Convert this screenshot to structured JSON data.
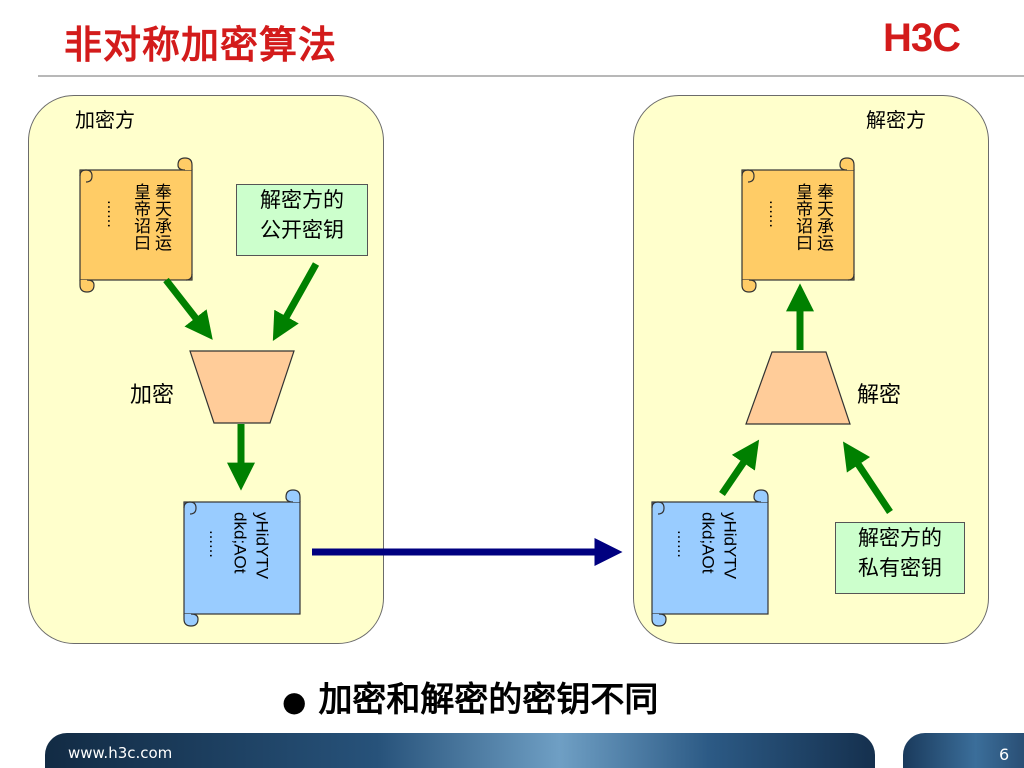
{
  "title": "非对称加密算法",
  "logo": "H3C",
  "encrypt_panel": {
    "label": "加密方",
    "plaintext_col1": "奉天承运",
    "plaintext_col2": "皇帝诏曰",
    "plaintext_col3": "……",
    "public_key_line1": "解密方的",
    "public_key_line2": "公开密钥",
    "operation": "加密",
    "ciphertext_col1": "yHidYTV",
    "ciphertext_col2": "dkd;AOt",
    "ciphertext_col3": "……"
  },
  "decrypt_panel": {
    "label": "解密方",
    "plaintext_col1": "奉天承运",
    "plaintext_col2": "皇帝诏曰",
    "plaintext_col3": "……",
    "private_key_line1": "解密方的",
    "private_key_line2": "私有密钥",
    "operation": "解密",
    "ciphertext_col1": "yHidYTV",
    "ciphertext_col2": "dkd;AOt",
    "ciphertext_col3": "……"
  },
  "bullet": "加密和解密的密钥不同",
  "footer": {
    "url": "www.h3c.com",
    "page": "6"
  },
  "colors": {
    "title": "#d31b1b",
    "panel_fill": "#ffffcc",
    "key_box_fill": "#ccffcc",
    "plain_scroll": "#ffcc66",
    "cipher_scroll": "#99ccff",
    "funnel": "#ffcc99",
    "arrow_green": "#008000",
    "arrow_navy": "#000080"
  }
}
